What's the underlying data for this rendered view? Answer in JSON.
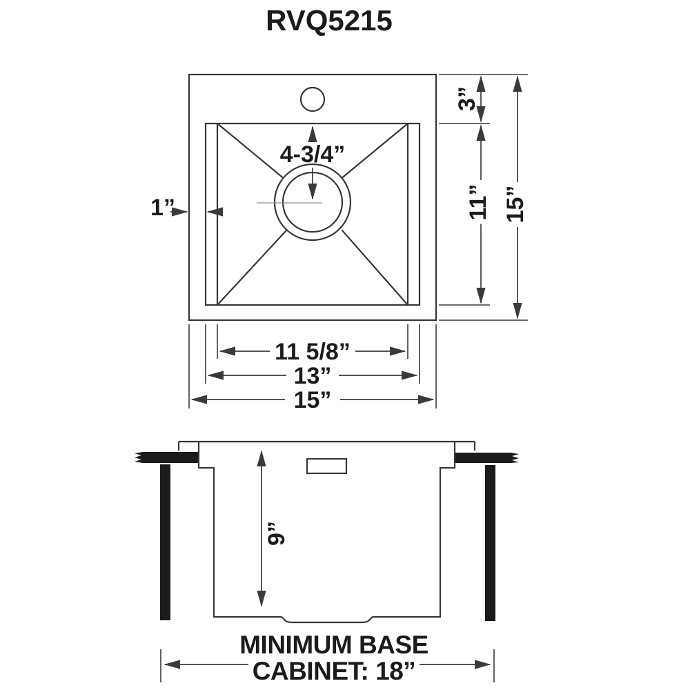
{
  "title": "RVQ5215",
  "colors": {
    "line": "#363636",
    "text": "#1b1b1b",
    "counter_fill": "#1b1b1b",
    "centerline": "#8f8f8f",
    "background": "#ffffff"
  },
  "top_view": {
    "dim_faucet_deck": "3”",
    "dim_bowl_front_back": "11”",
    "dim_overall_front_back": "15”",
    "dim_drain_to_back": "4-3/4”",
    "dim_rim_width": "1”",
    "dim_bowl_bottom_width": "11 5/8”",
    "dim_bowl_width": "13”",
    "dim_overall_width": "15”"
  },
  "side_view": {
    "dim_bowl_depth": "9”",
    "note_line1": "MINIMUM BASE",
    "note_line2": "CABINET: 18”"
  }
}
